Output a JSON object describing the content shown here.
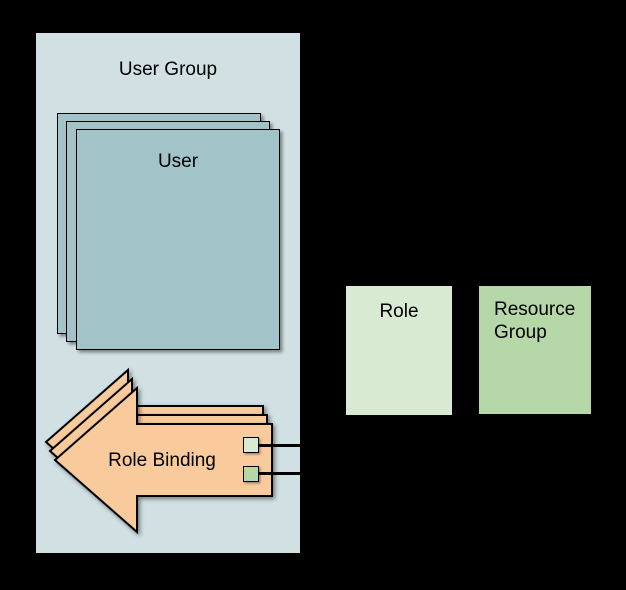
{
  "colors": {
    "background": "#000000",
    "user_group_fill": "#d0e0e3",
    "user_fill": "#a2c4c9",
    "role_binding_fill": "#f9cb9c",
    "role_fill": "#d9ead3",
    "resource_group_fill": "#b6d7a8",
    "outline": "#000000",
    "text": "#000000"
  },
  "user_group": {
    "label": "User Group"
  },
  "user": {
    "label": "User",
    "stack_count": 3
  },
  "role_binding": {
    "label": "Role Binding",
    "stack_count": 3,
    "ports": [
      {
        "name": "role-port",
        "color": "#d9ead3"
      },
      {
        "name": "resource-group-port",
        "color": "#b6d7a8"
      }
    ]
  },
  "role": {
    "label": "Role"
  },
  "resource_group": {
    "label": "Resource Group"
  }
}
